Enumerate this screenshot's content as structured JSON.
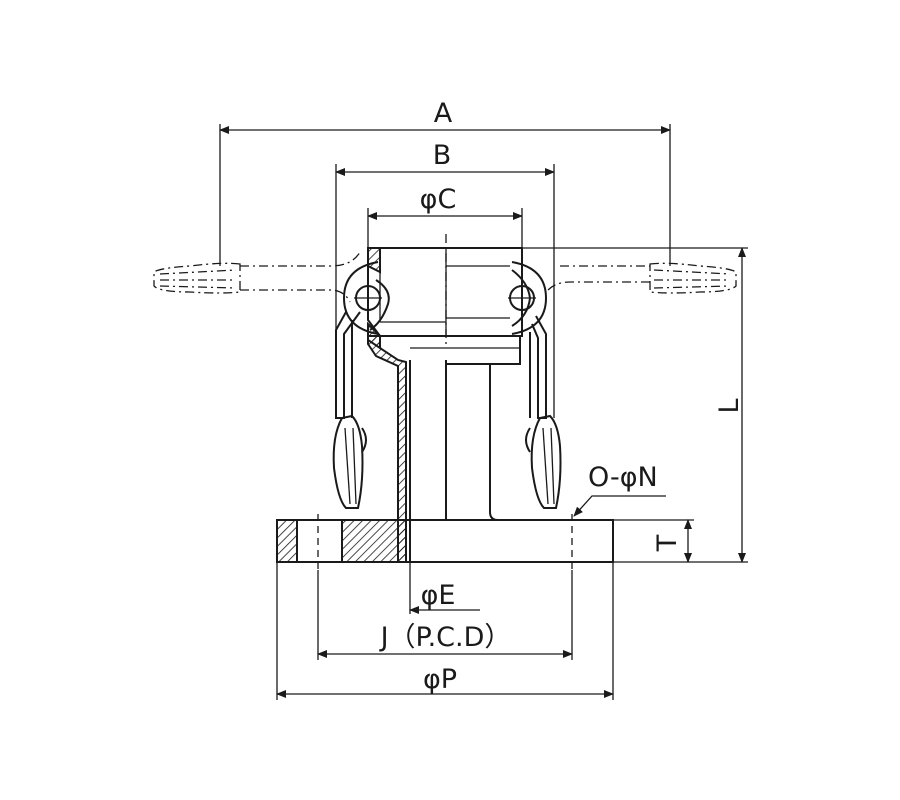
{
  "labels": {
    "a": "A",
    "b": "B",
    "c": "φC",
    "l": "L",
    "o_n": "O-φN",
    "t": "T",
    "e": "φE",
    "j": "J（P.C.D）",
    "p": "φP"
  },
  "colors": {
    "line": "#1a1a1a",
    "background": "#ffffff"
  }
}
